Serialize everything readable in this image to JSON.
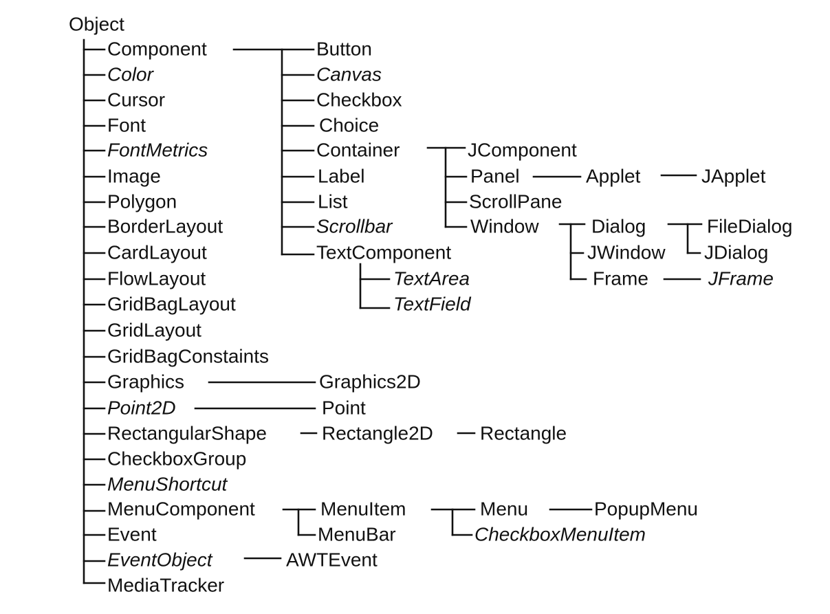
{
  "diagram": {
    "nodes": {
      "object": "Object",
      "component": "Component",
      "color": "Color",
      "cursor": "Cursor",
      "font": "Font",
      "fontmetrics": "FontMetrics",
      "image": "Image",
      "polygon": "Polygon",
      "borderlayout": "BorderLayout",
      "cardlayout": "CardLayout",
      "flowlayout": "FlowLayout",
      "gridbaglayout": "GridBagLayout",
      "gridlayout": "GridLayout",
      "gridbagconstaints": "GridBagConstaints",
      "graphics": "Graphics",
      "point2d": "Point2D",
      "rectangularshape": "RectangularShape",
      "checkboxgroup": "CheckboxGroup",
      "menushortcut": "MenuShortcut",
      "menucomponent": "MenuComponent",
      "event": "Event",
      "eventobject": "EventObject",
      "mediatracker": "MediaTracker",
      "button": "Button",
      "canvas": "Canvas",
      "checkbox": "Checkbox",
      "choice": "Choice",
      "container": "Container",
      "label": "Label",
      "list": "List",
      "scrollbar": "Scrollbar",
      "textcomponent": "TextComponent",
      "textarea": "TextArea",
      "textfield": "TextField",
      "jcomponent": "JComponent",
      "panel": "Panel",
      "scrollpane": "ScrollPane",
      "window": "Window",
      "applet": "Applet",
      "japplet": "JApplet",
      "dialog": "Dialog",
      "jwindow": "JWindow",
      "frame": "Frame",
      "filedialog": "FileDialog",
      "jdialog": "JDialog",
      "jframe": "JFrame",
      "graphics2d": "Graphics2D",
      "point": "Point",
      "rectangle2d": "Rectangle2D",
      "rectangle": "Rectangle",
      "menuitem": "MenuItem",
      "menubar": "MenuBar",
      "menu": "Menu",
      "checkboxmenuitem": "CheckboxMenuItem",
      "popupmenu": "PopupMenu",
      "awtevent": "AWTEvent"
    }
  }
}
